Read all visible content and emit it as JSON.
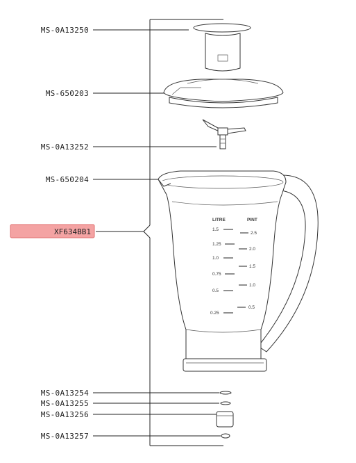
{
  "parts": {
    "lid_cap": "MS-0A13250",
    "lid": "MS-650203",
    "blade": "MS-0A13252",
    "jar": "MS-650204",
    "assembly": "XF634BB1",
    "seal_1": "MS-0A13254",
    "seal_2": "MS-0A13255",
    "coupler": "MS-0A13256",
    "nut": "MS-0A13257"
  },
  "gauge": {
    "litre_header": "LITRE",
    "pint_header": "PINT",
    "litre_marks": [
      "1.5",
      "1.25",
      "1.0",
      "0.75",
      "0.5",
      "0.25"
    ],
    "pint_marks": [
      "2.5",
      "2.0",
      "1.5",
      "1.0",
      "0.5"
    ]
  },
  "colors": {
    "highlight_fill": "#f4a3a3",
    "highlight_border": "#e07070",
    "line": "#222222"
  }
}
